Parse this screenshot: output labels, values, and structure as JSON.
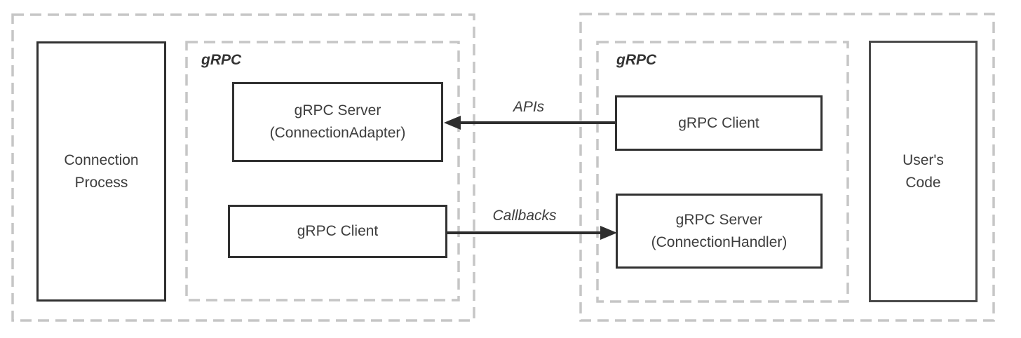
{
  "colors": {
    "background": "#ffffff",
    "dashed_border": "#c6c6c6",
    "solid_border": "#313131",
    "users_code_border": "#4a4a4a",
    "text": "#3d3d3d",
    "arrow": "#2e2e2e"
  },
  "left_panel": {
    "connection_process": {
      "line1": "Connection",
      "line2": "Process"
    },
    "grpc_container_label": "gRPC",
    "grpc_server_adapter": {
      "line1": "gRPC Server",
      "line2": "(ConnectionAdapter)"
    },
    "grpc_client": "gRPC Client"
  },
  "right_panel": {
    "grpc_container_label": "gRPC",
    "grpc_client": "gRPC Client",
    "grpc_server_handler": {
      "line1": "gRPC Server",
      "line2": "(ConnectionHandler)"
    },
    "users_code": {
      "line1": "User's",
      "line2": "Code"
    }
  },
  "arrows": {
    "apis": {
      "label": "APIs",
      "direction": "right-to-left"
    },
    "callbacks": {
      "label": "Callbacks",
      "direction": "left-to-right"
    }
  }
}
